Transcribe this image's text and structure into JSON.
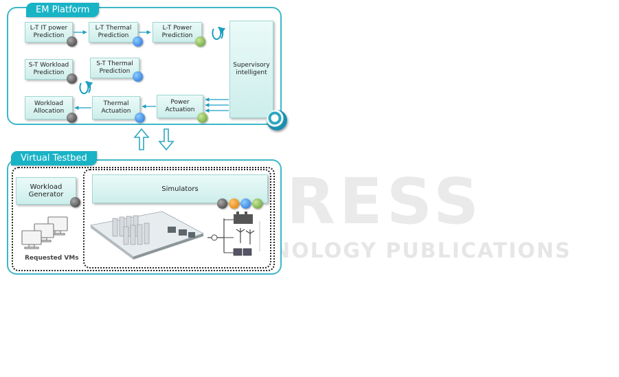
{
  "em_platform": {
    "title": "EM Platform",
    "boxes": {
      "lt_it_power": "L-T IT power Prediction",
      "lt_thermal": "L-T  Thermal Prediction",
      "lt_power": "L-T Power Prediction",
      "st_workload": "S-T Workload Prediction",
      "st_thermal": "S-T Thermal Prediction",
      "workload_allocation": "Workload Allocation",
      "thermal_actuation": "Thermal Actuation",
      "power_actuation": "Power Actuation",
      "supervisory": "Supervisory intelligent"
    }
  },
  "virtual_testbed": {
    "title": "Virtual Testbed",
    "workload_generator": "Workload Generator",
    "simulators": "Simulators",
    "requested_vms": "Requested VMs"
  },
  "watermark": {
    "main": "SCITEPRESS",
    "sub": "SCIENCE AND TECHNOLOGY PUBLICATIONS"
  },
  "colors": {
    "accent": "#19b3c6",
    "border": "#3bb8c8"
  }
}
